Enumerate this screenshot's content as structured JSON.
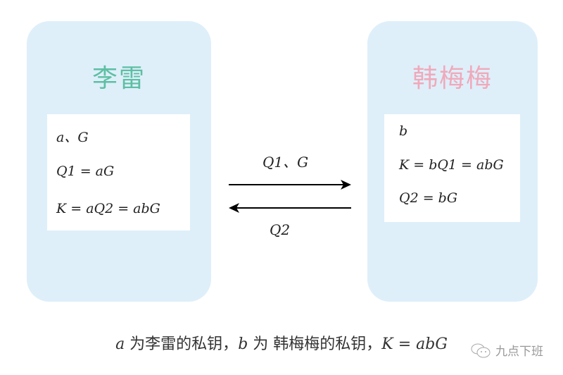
{
  "left": {
    "title": "李雷",
    "title_color": "#5dbfa2",
    "lines": [
      "a、G",
      "Q1 = aG",
      "K = aQ2 = abG"
    ]
  },
  "right": {
    "title": "韩梅梅",
    "title_color": "#f0a9ba",
    "lines": [
      "b",
      "K = bQ1 = abG",
      "Q2 = bG"
    ]
  },
  "arrows": {
    "to_right_label": "Q1、G",
    "to_left_label": "Q2"
  },
  "caption": {
    "a": "a",
    "t1": " 为李雷的私钥，",
    "b": "b",
    "t2": " 为 韩梅梅的私钥，",
    "k": "K = abG"
  },
  "watermark": {
    "text": "九点下班",
    "icon": "wechat-icon"
  }
}
